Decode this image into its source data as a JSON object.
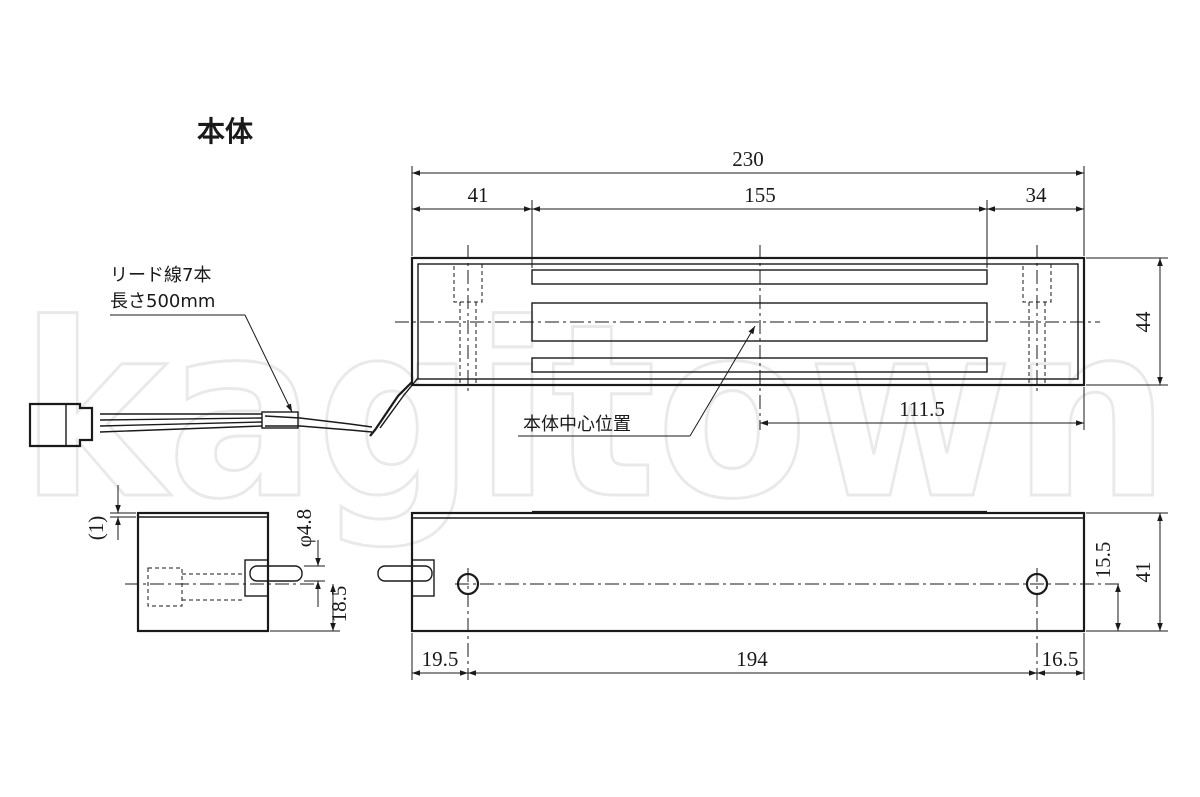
{
  "title": "本体",
  "watermark": "kagitown",
  "lead_wire_label_line1": "リード線7本",
  "lead_wire_label_line2": "長さ500mm",
  "center_label": "本体中心位置",
  "dimensions": {
    "overall_length": "230",
    "left_offset": "41",
    "coil_length": "155",
    "right_offset": "34",
    "height_top_view": "44",
    "center_to_right": "111.5",
    "side_clearance": "(1)",
    "wire_diameter": "φ4.8",
    "wire_height": "18.5",
    "hole_left": "19.5",
    "hole_pitch": "194",
    "hole_right": "16.5",
    "hole_height": "15.5",
    "body_height_front": "41"
  }
}
